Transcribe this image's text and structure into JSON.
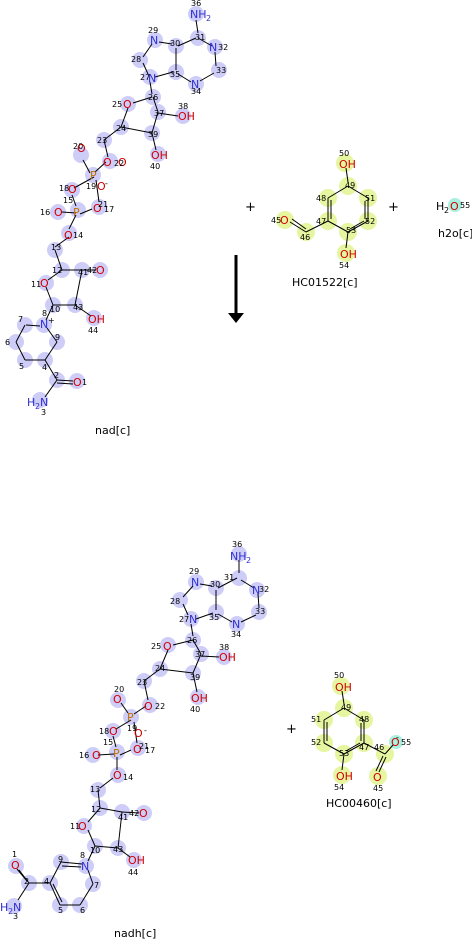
{
  "reaction": {
    "operator_plus": "+",
    "reactants": [
      {
        "id": "nad",
        "label": "nad[c]"
      },
      {
        "id": "hc01522",
        "label": "HC01522[c]"
      },
      {
        "id": "h2o",
        "label": "h2o[c]"
      }
    ],
    "products": [
      {
        "id": "nadh",
        "label": "nadh[c]"
      },
      {
        "id": "hc00460",
        "label": "HC00460[c]"
      }
    ]
  },
  "colors": {
    "atom_N": "#3030d0",
    "atom_O": "#d00000",
    "atom_P": "#c07000",
    "highlight_blue": "#c8c8f8",
    "highlight_yellow": "#e6f5a0",
    "highlight_cyan": "#a8f0e0",
    "bond": "#000000"
  }
}
